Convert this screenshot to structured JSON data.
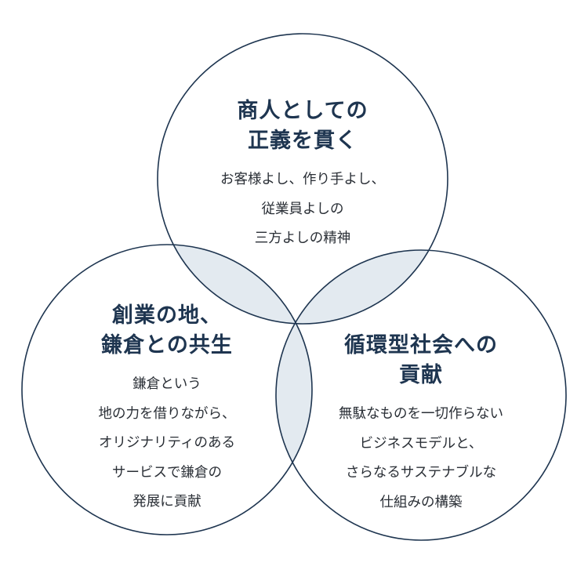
{
  "colors": {
    "outline": "#1e3550",
    "overlap": "#e3eaf0",
    "title_text": "#1e3550",
    "body_text": "#2a2f36"
  },
  "circles": {
    "top": {
      "title": "商人としての\n正義を貫く",
      "body": "お客様よし、作り手よし、\n従業員よしの\n三方よしの精神"
    },
    "left": {
      "title": "創業の地、\n鎌倉との共生",
      "body": "鎌倉という\n地の力を借りながら、\nオリジナリティのある\nサービスで鎌倉の\n発展に貢献"
    },
    "right": {
      "title": "循環型社会への\n貢献",
      "body": "無駄なものを一切作らない\nビジネスモデルと、\nさらなるサステナブルな\n仕組みの構築"
    }
  }
}
